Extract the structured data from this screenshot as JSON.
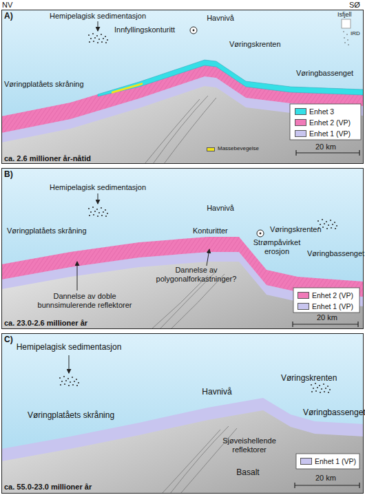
{
  "diagram": {
    "nodes": [
      {
        "text": [
          "A)",
          "ca. 2.6 millioner år-nåtid"
        ]
      },
      {
        "text": [
          "B)",
          "ca. 23.0-2.6 millioner år"
        ]
      },
      {
        "text": [
          "C)",
          "ca. 55.0-23.0 millioner år"
        ]
      }
    ],
    "labels": [
      "NV",
      "SØ",
      "Hemipelagisk sedimentasjon",
      "Havnivå",
      "Isfjell",
      "IRD",
      "Innfyllingskonturitt",
      "Vøringskrenten",
      "Vøringplatåets skråning",
      "Vøringbassenget",
      "20 km",
      "Hemipelagisk sedimentasjon",
      "Havnivå",
      "Konturitter",
      "Vøringskrenten",
      "Vøringplatåets skråning",
      "Dannelse av polygonalforkastninger?",
      "Strømpåvirket erosjon",
      "Vøringbassenget",
      "Dannelse av doble bunnsimulerende reflektorer",
      "20 km",
      "Hemipelagisk sedimentasjon",
      "Havnivå",
      "Vøringskrenten",
      "Vøringplatåets skråning",
      "Vøringbassenget",
      "Sjøveishellende reflektorer",
      "Basalt",
      "20 km"
    ],
    "legend": [
      {
        "text": "Enhet 3",
        "color": "#35dfe6"
      },
      {
        "text": "Enhet 2 (VP)",
        "color": "#f07ab8"
      },
      {
        "text": "Enhet 1 (VP)",
        "color": "#c8c5ef"
      },
      {
        "text": "Massebevegelse",
        "color": "#f2e41a"
      },
      {
        "text": "Enhet 2 (VP)",
        "color": "#f07ab8"
      },
      {
        "text": "Enhet 1 (VP)",
        "color": "#c8c5ef"
      },
      {
        "text": "Enhet 1 (VP)",
        "color": "#c8c5ef"
      }
    ]
  }
}
